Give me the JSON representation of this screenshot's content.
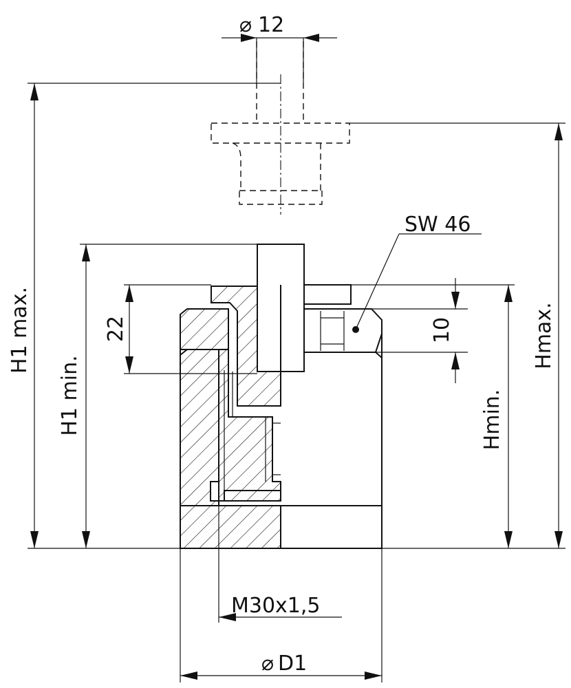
{
  "labels": {
    "diameter_pin": "12",
    "wrench_size": "SW 46",
    "dim_upper": "22",
    "dim_nut": "10",
    "h1_max": "H1 max.",
    "h1_min": "H1 min.",
    "h_min": "Hmin.",
    "h_max": "Hmax.",
    "thread": "M30x1,5",
    "diameter_base": "D1"
  },
  "symbols": {
    "diameter": "⌀"
  },
  "colors": {
    "line": "#111111",
    "background": "#ffffff"
  }
}
